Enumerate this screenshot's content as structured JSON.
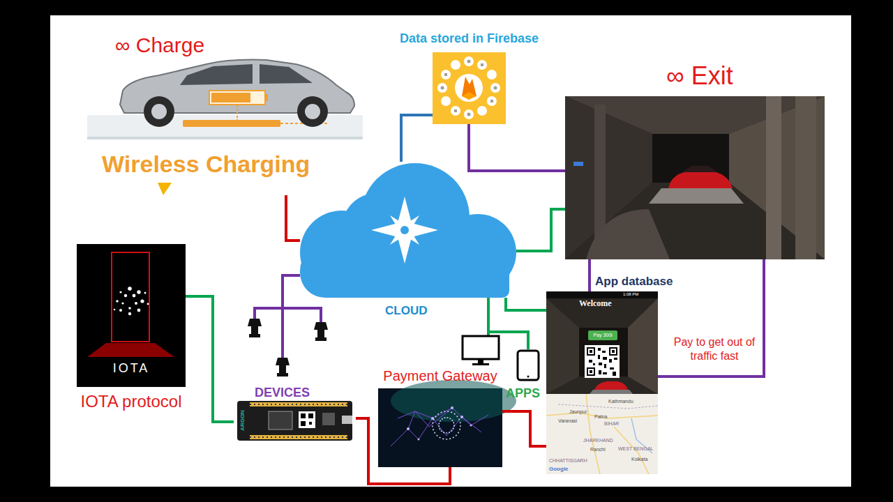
{
  "diagram": {
    "nodes": [
      {
        "text": [
          "∞ Charge",
          "Wireless Charging"
        ]
      },
      {
        "text": [
          "Data stored in Firebase"
        ]
      },
      {
        "text": [
          "∞ Exit"
        ]
      },
      {
        "text": [
          "CLOUD"
        ]
      },
      {
        "text": [
          "IOTA",
          "IOTA protocol"
        ]
      },
      {
        "text": [
          "DEVICES"
        ]
      },
      {
        "text": [
          "Payment Gateway"
        ]
      },
      {
        "text": [
          "APPS"
        ]
      },
      {
        "text": [
          "App database",
          "Welcome",
          "Pay 300i"
        ]
      }
    ],
    "edges": [
      {
        "from": 0,
        "to": 3,
        "arrow": "none"
      },
      {
        "from": 3,
        "to": 1,
        "arrow": "none"
      },
      {
        "from": 1,
        "to": 2,
        "arrow": "none"
      },
      {
        "from": 3,
        "to": 2,
        "arrow": "none"
      },
      {
        "from": 2,
        "to": 8,
        "arrow": "none"
      },
      {
        "from": 2,
        "to": 8,
        "label": "Pay to get out of traffic fast",
        "arrow": "none"
      },
      {
        "from": 3,
        "to": 5,
        "arrow": "none"
      },
      {
        "from": 3,
        "to": 7,
        "arrow": "none"
      },
      {
        "from": 3,
        "to": 8,
        "arrow": "none"
      },
      {
        "from": 4,
        "to": 5,
        "arrow": "none"
      },
      {
        "from": 5,
        "to": 6,
        "arrow": "none"
      },
      {
        "from": 6,
        "to": 8,
        "arrow": "none"
      }
    ],
    "labels": [
      "1:08 PM",
      "ARGON",
      "Kathmandu",
      "Jaunpur",
      "Patna",
      "Varanasi",
      "BIHAR",
      "JHARKHAND",
      "Ranchi",
      "WEST BENGAL",
      "CHHATTISGARH",
      "Kolkata",
      "Google"
    ]
  }
}
